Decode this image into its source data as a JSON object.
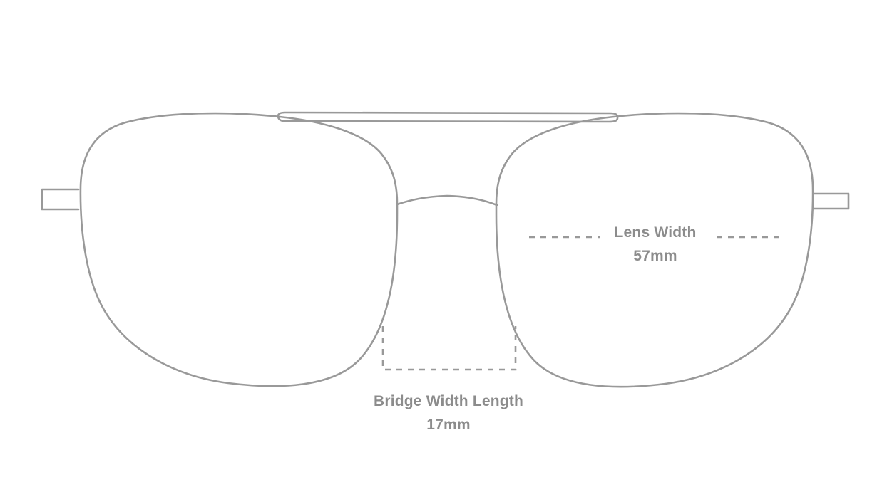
{
  "diagram": {
    "subject": "eyeglasses-frame-front-view",
    "background_color": "#ffffff",
    "stroke_color": "#999999",
    "text_color": "#8c8c8c",
    "stroke_width": 2.6,
    "parts": [
      "left-lens",
      "right-lens",
      "nose-bridge",
      "top-bridge-bar",
      "left-hinge",
      "right-hinge"
    ]
  },
  "measurements": {
    "lens_width": {
      "title": "Lens Width",
      "value": "57mm",
      "number": 57,
      "unit": "mm",
      "leader_style": "dashed"
    },
    "bridge_width": {
      "title": "Bridge Width Length",
      "value": "17mm",
      "number": 17,
      "unit": "mm",
      "leader_style": "dashed"
    }
  }
}
